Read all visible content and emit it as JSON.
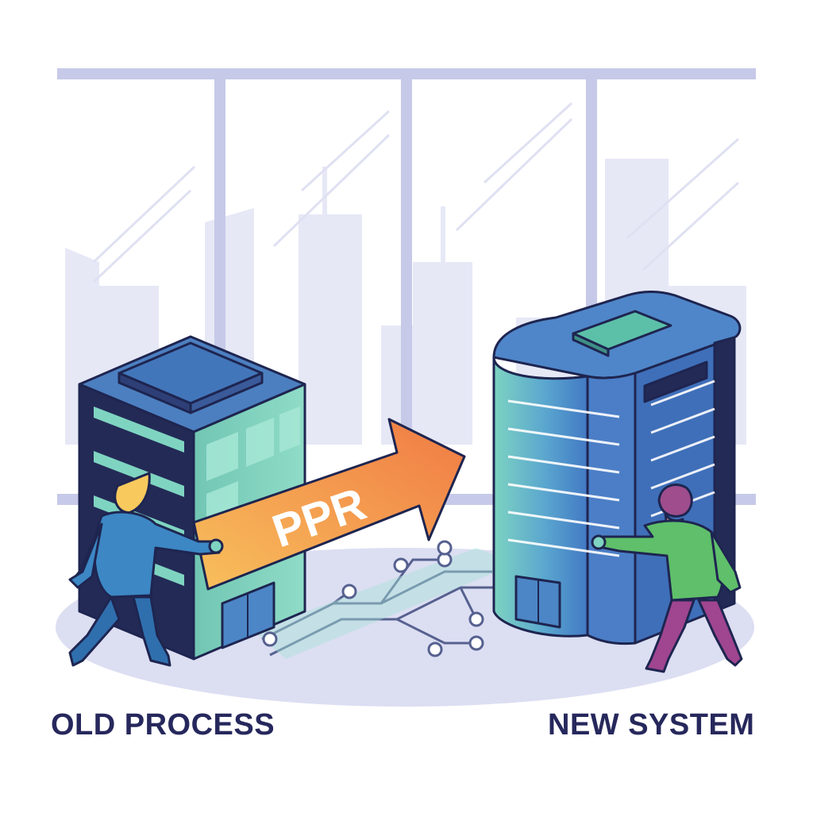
{
  "arrow": {
    "label": "PPR"
  },
  "labels": {
    "left": "OLD PROCESS",
    "right": "NEW SYSTEM"
  },
  "colors": {
    "window_frame": "#c5c8e6",
    "skyline": "#e4e6f5",
    "navy": "#222a55",
    "teal": "#7fd4c1",
    "blue": "#4f86c9",
    "arrow_start": "#f8bd5a",
    "arrow_end": "#f07d45",
    "text": "#26285c"
  },
  "icons": [
    "old-building-icon",
    "new-building-icon",
    "person-left-icon",
    "person-right-icon",
    "circuit-icon",
    "arrow-icon"
  ]
}
